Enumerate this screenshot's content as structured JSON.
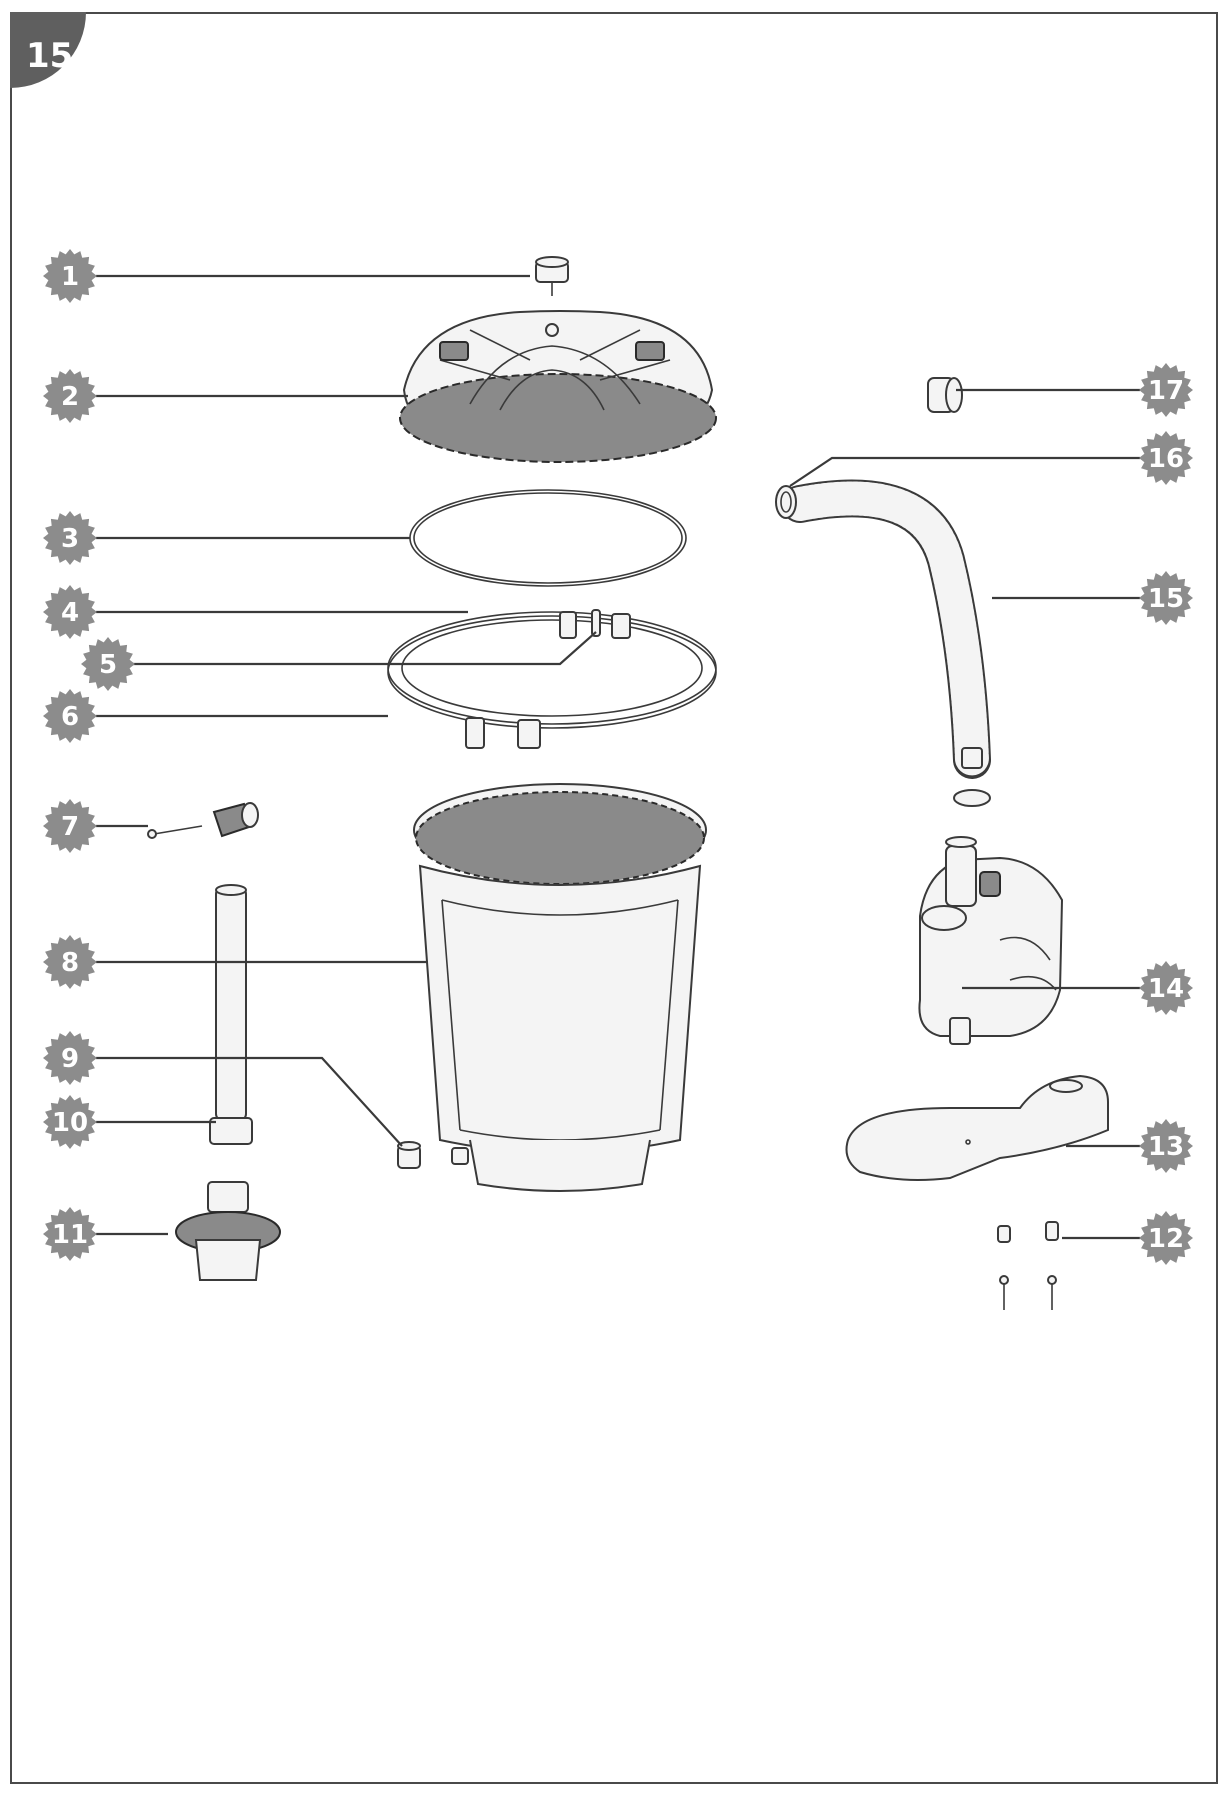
{
  "page_number": "15",
  "callouts": [
    {
      "num": "1"
    },
    {
      "num": "2"
    },
    {
      "num": "3"
    },
    {
      "num": "4"
    },
    {
      "num": "5"
    },
    {
      "num": "6"
    },
    {
      "num": "7"
    },
    {
      "num": "8"
    },
    {
      "num": "9"
    },
    {
      "num": "10"
    },
    {
      "num": "11"
    },
    {
      "num": "12"
    },
    {
      "num": "13"
    },
    {
      "num": "14"
    },
    {
      "num": "15"
    },
    {
      "num": "16"
    },
    {
      "num": "17"
    }
  ],
  "colors": {
    "badge": "#8c8c8c",
    "tab": "#5f5f5f",
    "line": "#3a3a3a"
  }
}
